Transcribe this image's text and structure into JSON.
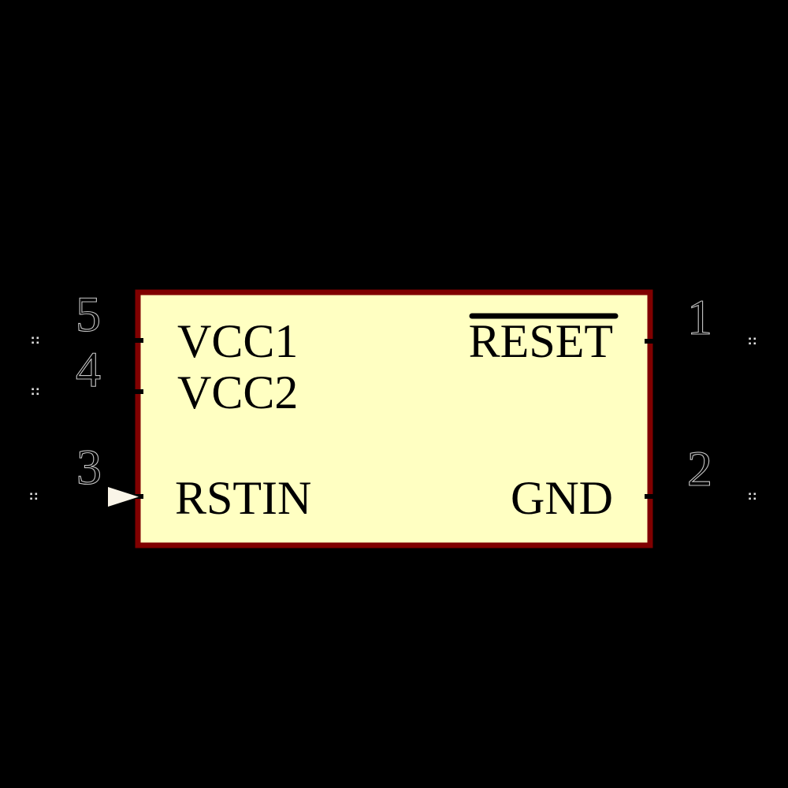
{
  "symbol": {
    "type": "schematic-component-symbol",
    "colors": {
      "canvas_background": "#000000",
      "body_fill": "#FFFFC2",
      "body_border": "#800000",
      "label_text": "#000000",
      "pin_number_outline": "#C4C4C4",
      "input_arrow_fill": "#FAF5E8",
      "pin_end_marker": "#E0E0E0",
      "overline": "#000000"
    },
    "pins": {
      "left": [
        {
          "number": "5",
          "label": "VCC1"
        },
        {
          "number": "4",
          "label": "VCC2"
        },
        {
          "number": "3",
          "label": "RSTIN",
          "input_arrow": true
        }
      ],
      "right": [
        {
          "number": "1",
          "label": "RESET",
          "overline": true
        },
        {
          "number": "2",
          "label": "GND"
        }
      ]
    }
  }
}
